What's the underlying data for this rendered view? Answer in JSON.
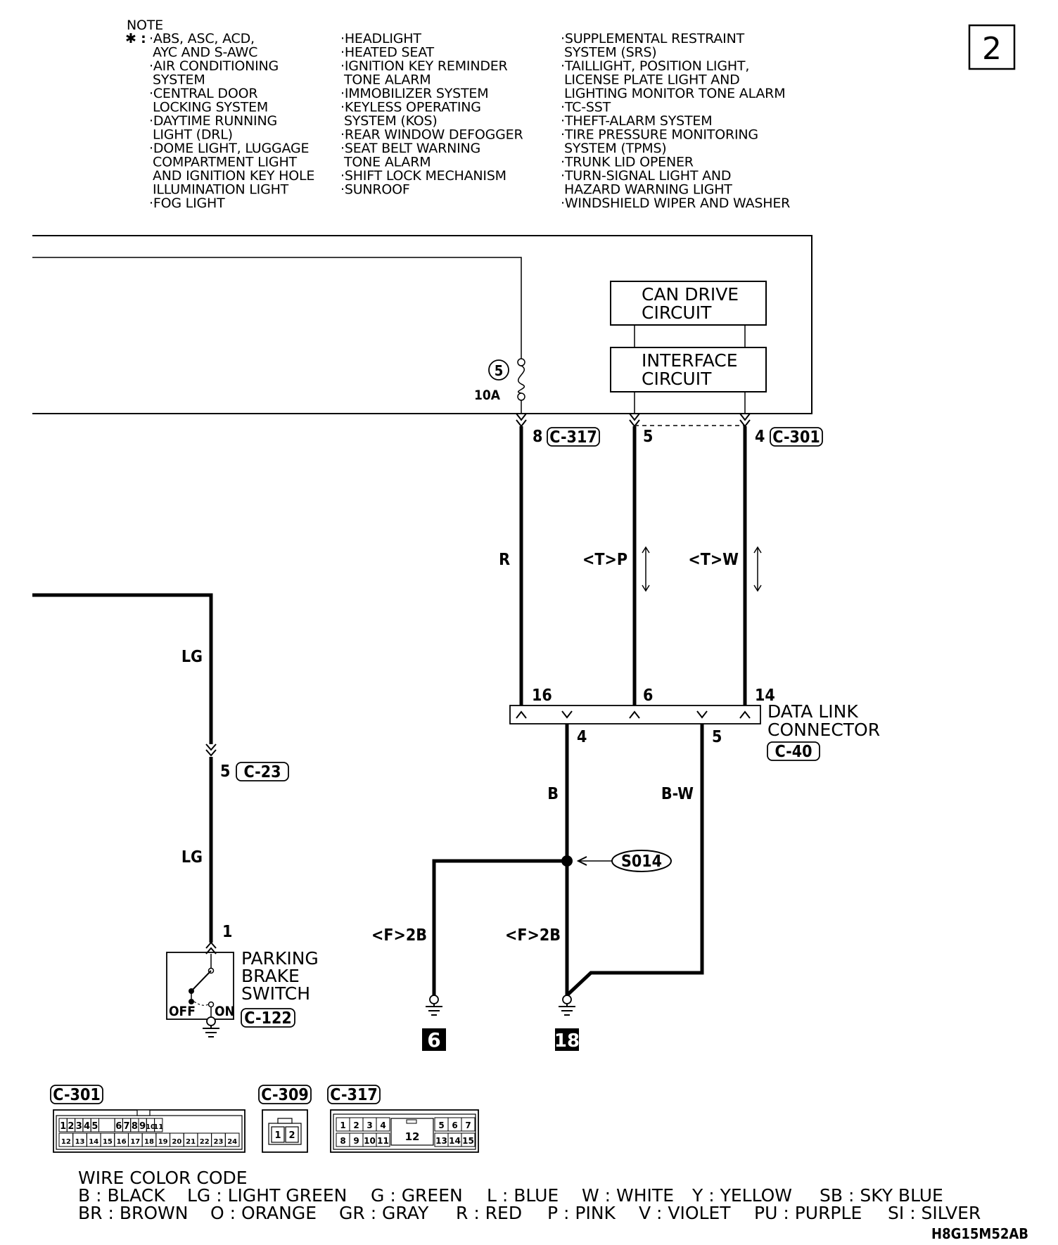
{
  "page_number": "2",
  "drawing_code": "H8G15M52AB",
  "note": {
    "title": "NOTE",
    "marker": "✱ :",
    "col1": [
      "·ABS, ASC, ACD,",
      "AYC AND S-AWC",
      "·AIR CONDITIONING",
      "SYSTEM",
      "·CENTRAL DOOR",
      "LOCKING SYSTEM",
      "·DAYTIME RUNNING",
      "LIGHT (DRL)",
      "·DOME LIGHT, LUGGAGE",
      "COMPARTMENT LIGHT",
      "AND IGNITION KEY HOLE",
      "ILLUMINATION LIGHT",
      "·FOG LIGHT"
    ],
    "col2": [
      "·HEADLIGHT",
      "·HEATED SEAT",
      "·IGNITION KEY REMINDER",
      "TONE ALARM",
      "·IMMOBILIZER SYSTEM",
      "·KEYLESS OPERATING",
      "SYSTEM (KOS)",
      "·REAR WINDOW DEFOGGER",
      "·SEAT BELT WARNING",
      "TONE ALARM",
      "·SHIFT LOCK MECHANISM",
      "·SUNROOF"
    ],
    "col3": [
      "·SUPPLEMENTAL RESTRAINT",
      "SYSTEM (SRS)",
      "·TAILLIGHT, POSITION LIGHT,",
      "LICENSE PLATE LIGHT AND",
      "LIGHTING MONITOR TONE ALARM",
      "·TC-SST",
      "·THEFT-ALARM SYSTEM",
      "·TIRE PRESSURE MONITORING",
      "SYSTEM (TPMS)",
      "·TRUNK LID OPENER",
      "·TURN-SIGNAL LIGHT AND",
      "HAZARD WARNING LIGHT",
      "·WINDSHIELD WIPER AND WASHER"
    ]
  },
  "blocks": {
    "can_drive": [
      "CAN DRIVE",
      "CIRCUIT"
    ],
    "interface": [
      "INTERFACE",
      "CIRCUIT"
    ]
  },
  "fuse": {
    "number": "5",
    "rating": "10A"
  },
  "connectors": {
    "pin8": "8",
    "c317": "C-317",
    "pin5_top": "5",
    "pin4_top": "4",
    "c301": "C-301",
    "pin16": "16",
    "pin6": "6",
    "pin14": "14",
    "pin4_bottom": "4",
    "pin5_bottom": "5",
    "data_link": [
      "DATA LINK",
      "CONNECTOR"
    ],
    "c40": "C-40",
    "pin5_c23": "5",
    "c23": "C-23",
    "pin1": "1",
    "c122": "C-122"
  },
  "wires": {
    "r": "R",
    "tp": "<T>P",
    "tw": "<T>W",
    "lg1": "LG",
    "lg2": "LG",
    "b": "B",
    "bw": "B-W",
    "f2b_left": "<F>2B",
    "f2b_right": "<F>2B"
  },
  "splice": "S014",
  "switch": {
    "label": [
      "PARKING",
      "BRAKE",
      "SWITCH"
    ],
    "off": "OFF",
    "on": "ON"
  },
  "grounds": {
    "left": "6",
    "right": "18"
  },
  "connector_faces": {
    "c301": {
      "title": "C-301",
      "row1": [
        "1",
        "2",
        "3",
        "4",
        "5",
        "6",
        "7",
        "8",
        "9",
        "10",
        "11"
      ],
      "row2": [
        "12",
        "13",
        "14",
        "15",
        "16",
        "17",
        "18",
        "19",
        "20",
        "21",
        "22",
        "23",
        "24"
      ]
    },
    "c309": {
      "title": "C-309",
      "pins": [
        "1",
        "2"
      ]
    },
    "c317": {
      "title": "C-317",
      "row1": [
        "1",
        "2",
        "3",
        "4",
        "5",
        "6",
        "7"
      ],
      "row2": [
        "8",
        "9",
        "10",
        "11",
        "13",
        "14",
        "15"
      ],
      "center": "12"
    }
  },
  "wire_color_code": {
    "title": "WIRE COLOR CODE",
    "line1": [
      "B : BLACK",
      "LG : LIGHT GREEN",
      "G : GREEN",
      "L : BLUE",
      "W : WHITE",
      "Y : YELLOW",
      "SB : SKY BLUE"
    ],
    "line2": [
      "BR : BROWN",
      "O : ORANGE",
      "GR : GRAY",
      "R : RED",
      "P : PINK",
      "V : VIOLET",
      "PU : PURPLE",
      "SI : SILVER"
    ]
  }
}
